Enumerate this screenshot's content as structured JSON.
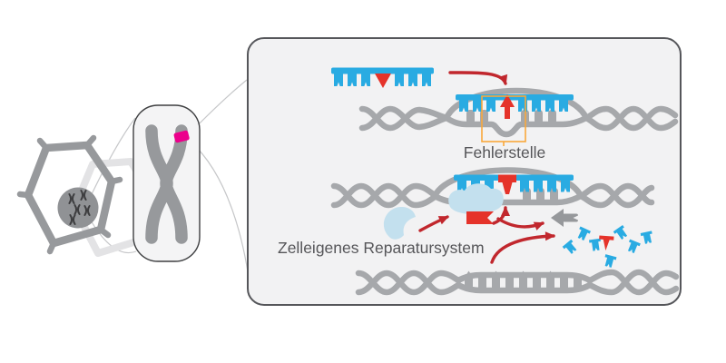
{
  "diagram": {
    "type": "scientific-illustration",
    "subject": "gene-repair-oligonucleotide-mechanism",
    "labels": {
      "error_site": "Fehlerstelle",
      "repair_system": "Zelleigenes Reparatursystem"
    },
    "colors": {
      "oligo_blue": "#29abe2",
      "error_red": "#e5332a",
      "arrow_crimson": "#c1272d",
      "dna_gray": "#a6a8ab",
      "cell_gray": "#97999c",
      "nucleus_gray": "#909295",
      "text_gray": "#565659",
      "panel_fill": "#f2f2f3",
      "panel_border": "#55565a",
      "highlight_yellow": "#f9a83c",
      "mutation_pink": "#ec008c",
      "enzyme_lightblue": "#c3e0ee",
      "excised_gray": "#96989b",
      "faded_cell_gray": "#e3e3e5",
      "connector_gray": "#c6c7c9"
    },
    "icons": {
      "cell": "plant-cell-outline-icon",
      "nucleus": "nucleus-with-mini-chromosomes-icon",
      "chromosome": "x-chromosome-icon",
      "mutation_mark": "pink-mutation-site-icon",
      "oligonucleotide": "blue-comb-strand-with-red-base-icon",
      "dna": "double-helix-icon",
      "repair_enzymes": "light-blue-enzyme-blob-icon",
      "excised_base": "gray-excised-base-icon",
      "degraded_fragments": "scattered-oligo-fragments-icon"
    }
  }
}
